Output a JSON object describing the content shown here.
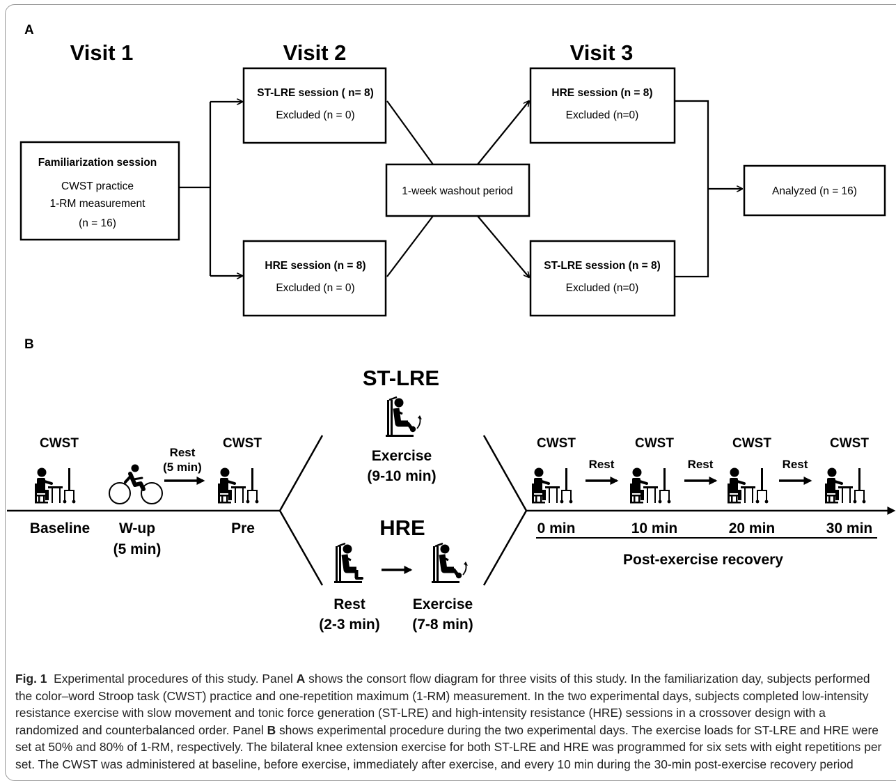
{
  "panel_a": {
    "label": "A",
    "visits": [
      "Visit 1",
      "Visit 2",
      "Visit 3"
    ],
    "familiarization": {
      "title": "Familiarization session",
      "lines": [
        "CWST practice",
        "1-RM measurement",
        "(n = 16)"
      ]
    },
    "visit2_top": {
      "title": "ST-LRE session ( n= 8)",
      "excluded": "Excluded (n = 0)"
    },
    "visit2_bottom": {
      "title": "HRE session (n = 8)",
      "excluded": "Excluded (n = 0)"
    },
    "washout": "1-week washout period",
    "visit3_top": {
      "title": "HRE session (n = 8)",
      "excluded": "Excluded (n=0)"
    },
    "visit3_bottom": {
      "title": "ST-LRE session (n = 8)",
      "excluded": "Excluded (n=0)"
    },
    "analyzed": "Analyzed (n = 16)"
  },
  "panel_b": {
    "label": "B",
    "cwst": "CWST",
    "rest": "Rest",
    "rest_5": "(5 min)",
    "baseline": "Baseline",
    "wup": "W-up",
    "wup_dur": "(5 min)",
    "pre": "Pre",
    "st_lre": {
      "title": "ST-LRE",
      "exercise": "Exercise",
      "duration": "(9-10 min)"
    },
    "hre": {
      "title": "HRE",
      "rest": "Rest",
      "rest_duration": "(2-3 min)",
      "exercise": "Exercise",
      "exercise_duration": "(7-8 min)"
    },
    "timepoints": [
      "0 min",
      "10 min",
      "20 min",
      "30 min"
    ],
    "recovery": "Post-exercise recovery"
  },
  "caption": {
    "label": "Fig. 1",
    "s1": "Experimental procedures of this study. Panel ",
    "a": "A",
    "s2": " shows the consort flow diagram for three visits of this study. In the familiarization day, subjects performed the color–word Stroop task (CWST) practice and one-repetition maximum (1-RM) measurement. In the two experimental days, subjects completed low-intensity resistance exercise with slow movement and tonic force generation (ST-LRE) and high-intensity resistance (HRE) sessions in a crossover design with a randomized and counterbalanced order. Panel ",
    "b": "B",
    "s3": " shows experimental procedure during the two experimental days. The exercise loads for ST-LRE and HRE were set at 50% and 80% of 1-RM, respectively. The bilateral knee extension exercise for both ST-LRE and HRE was programmed for six sets with eight repetitions per set. The CWST was administered at baseline, before exercise, immediately after exercise, and every 10 min during the 30-min post-exercise recovery period"
  }
}
